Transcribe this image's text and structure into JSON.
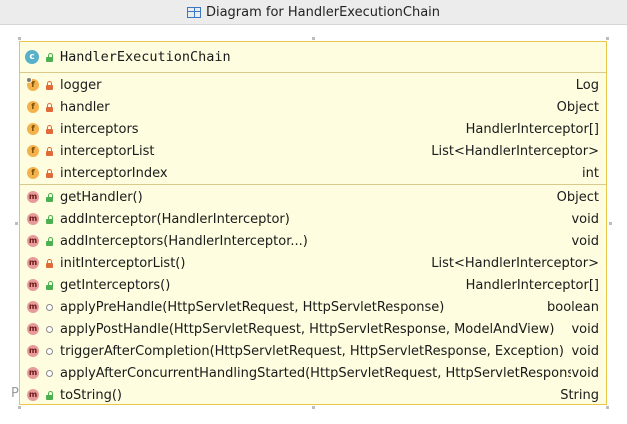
{
  "window": {
    "title": "Diagram for HandlerExecutionChain"
  },
  "class_box": {
    "kind_badge": "c",
    "name": "HandlerExecutionChain",
    "fields": [
      {
        "badge": "f",
        "visibility": "private",
        "static": true,
        "name": "logger",
        "type": "Log"
      },
      {
        "badge": "f",
        "visibility": "private",
        "static": false,
        "name": "handler",
        "type": "Object"
      },
      {
        "badge": "f",
        "visibility": "private",
        "static": false,
        "name": "interceptors",
        "type": "HandlerInterceptor[]"
      },
      {
        "badge": "f",
        "visibility": "private",
        "static": false,
        "name": "interceptorList",
        "type": "List<HandlerInterceptor>"
      },
      {
        "badge": "f",
        "visibility": "private",
        "static": false,
        "name": "interceptorIndex",
        "type": "int"
      }
    ],
    "methods": [
      {
        "badge": "m",
        "visibility": "public",
        "name": "getHandler()",
        "type": "Object"
      },
      {
        "badge": "m",
        "visibility": "public",
        "name": "addInterceptor(HandlerInterceptor)",
        "type": "void"
      },
      {
        "badge": "m",
        "visibility": "public",
        "name": "addInterceptors(HandlerInterceptor...)",
        "type": "void"
      },
      {
        "badge": "m",
        "visibility": "private",
        "name": "initInterceptorList()",
        "type": "List<HandlerInterceptor>"
      },
      {
        "badge": "m",
        "visibility": "public",
        "name": "getInterceptors()",
        "type": "HandlerInterceptor[]"
      },
      {
        "badge": "m",
        "visibility": "package",
        "name": "applyPreHandle(HttpServletRequest, HttpServletResponse)",
        "type": "boolean"
      },
      {
        "badge": "m",
        "visibility": "package",
        "name": "applyPostHandle(HttpServletRequest, HttpServletResponse, ModelAndView)",
        "type": "void"
      },
      {
        "badge": "m",
        "visibility": "package",
        "name": "triggerAfterCompletion(HttpServletRequest, HttpServletResponse, Exception)",
        "type": "void"
      },
      {
        "badge": "m",
        "visibility": "package",
        "name": "applyAfterConcurrentHandlingStarted(HttpServletRequest, HttpServletResponse)",
        "type": "void"
      },
      {
        "badge": "m",
        "visibility": "public",
        "name": "toString()",
        "type": "String"
      }
    ]
  },
  "background_fragment": "Pc"
}
